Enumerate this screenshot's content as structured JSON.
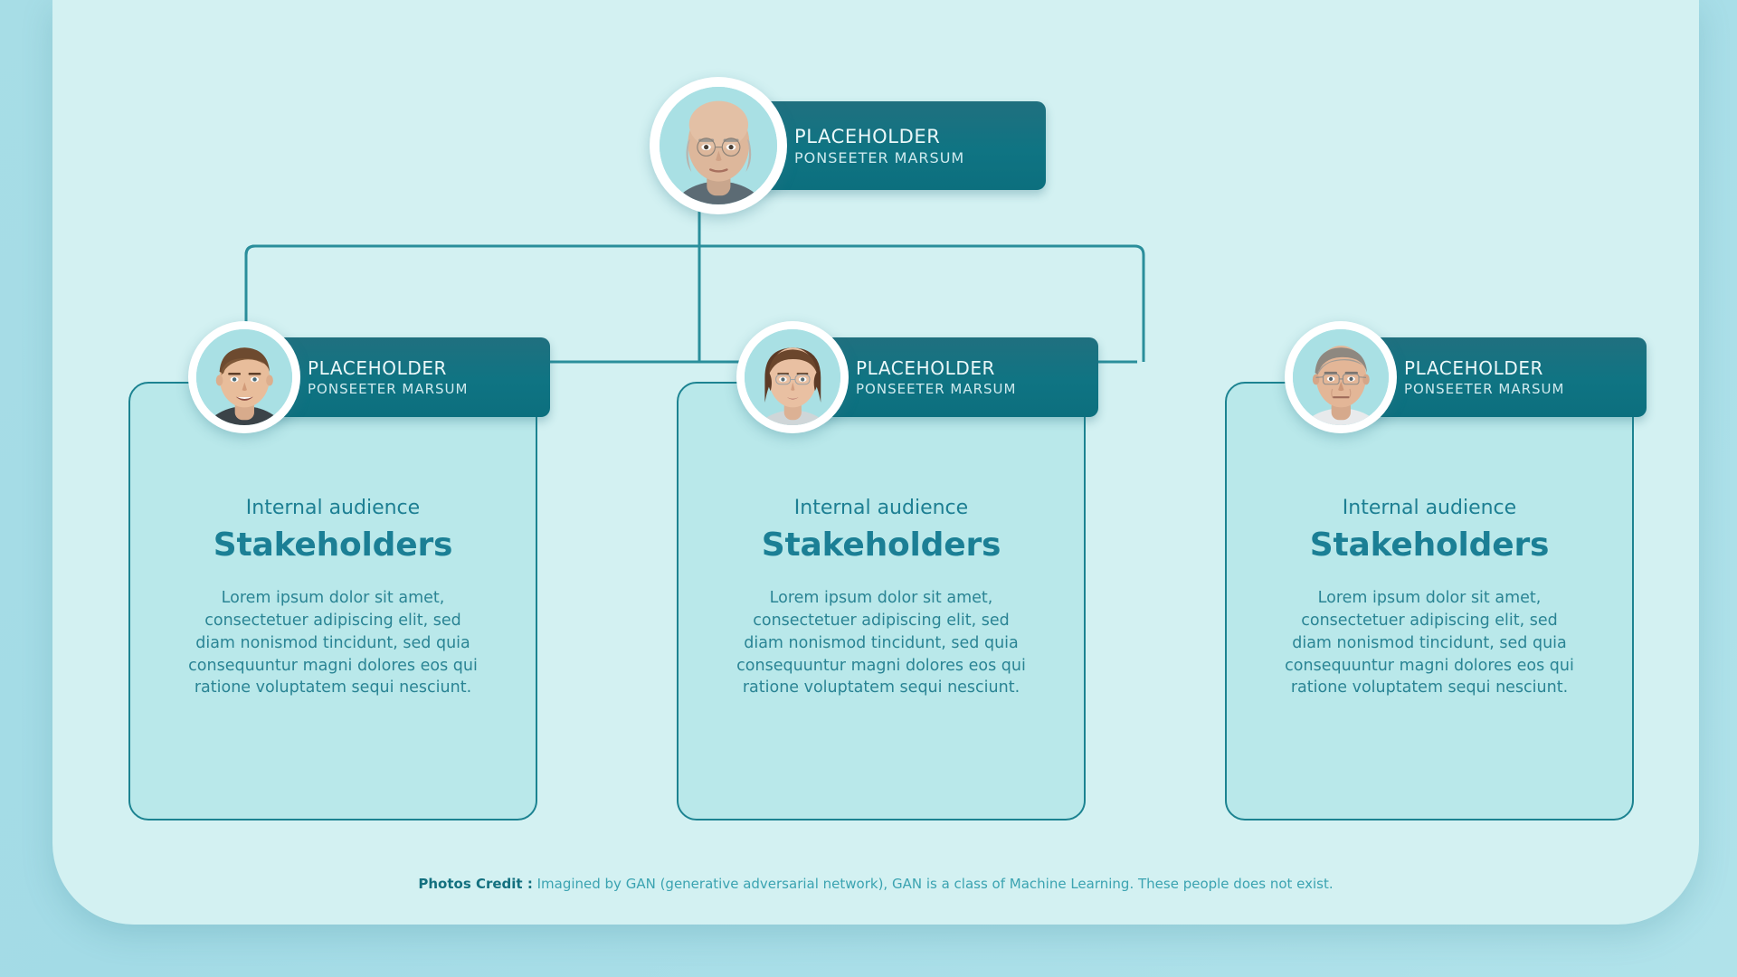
{
  "theme": {
    "page_background": "#a3dbe6",
    "panel_background": "#d3f1f2",
    "box_color": "#0f7483",
    "card_fill": "#b9e8ea",
    "card_border": "#1c8391",
    "accent_text": "#1b7f95",
    "body_text": "#2a8494",
    "connector_color": "#2a8e9b"
  },
  "org_chart": {
    "root": {
      "title": "PLACEHOLDER",
      "subtitle": "PONSEETER MARSUM",
      "avatar": "avatar-elderly-man-bald"
    },
    "branches": [
      {
        "title": "PLACEHOLDER",
        "subtitle": "PONSEETER MARSUM",
        "avatar": "avatar-young-man-smiling",
        "eyebrow": "Internal audience",
        "heading": "Stakeholders",
        "text": "Lorem ipsum dolor sit amet, consectetuer adipiscing elit, sed diam nonismod tincidunt, sed quia consequuntur magni dolores eos qui ratione voluptatem sequi nesciunt."
      },
      {
        "title": "PLACEHOLDER",
        "subtitle": "PONSEETER MARSUM",
        "avatar": "avatar-woman-glasses",
        "eyebrow": "Internal audience",
        "heading": "Stakeholders",
        "text": "Lorem ipsum dolor sit amet, consectetuer adipiscing elit, sed diam nonismod tincidunt, sed quia consequuntur magni dolores eos qui ratione voluptatem sequi nesciunt."
      },
      {
        "title": "PLACEHOLDER",
        "subtitle": "PONSEETER MARSUM",
        "avatar": "avatar-older-man-glasses",
        "eyebrow": "Internal audience",
        "heading": "Stakeholders",
        "text": "Lorem ipsum dolor sit amet, consectetuer adipiscing elit, sed diam nonismod tincidunt, sed quia consequuntur magni dolores eos qui ratione voluptatem sequi nesciunt."
      }
    ]
  },
  "footer": {
    "credit_label": "Photos Credit :",
    "credit_text": " Imagined by GAN (generative adversarial network), GAN is a class of Machine Learning. These people does not exist."
  }
}
